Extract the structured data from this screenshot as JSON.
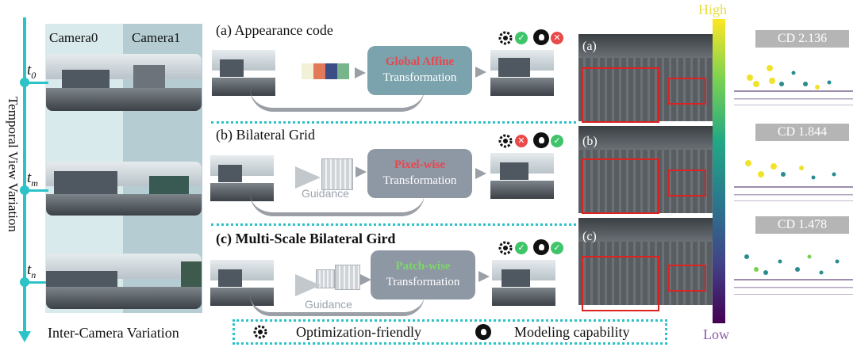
{
  "left": {
    "camera0_label": "Camera0",
    "camera1_label": "Camera1",
    "time_labels": [
      {
        "t": "t",
        "sub": "0"
      },
      {
        "t": "t",
        "sub": "m"
      },
      {
        "t": "t",
        "sub": "n"
      }
    ],
    "temporal_axis_label": "Temporal View Variation",
    "inter_camera_label": "Inter-Camera Variation"
  },
  "middle": {
    "row_a": {
      "title": "(a) Appearance code",
      "highlight": "Global Affine",
      "transform": "Transformation",
      "optimization": "ok",
      "modeling": "bad"
    },
    "row_b": {
      "title": "(b) Bilateral Grid",
      "highlight": "Pixel-wise",
      "transform": "Transformation",
      "guidance": "Guidance",
      "optimization": "bad",
      "modeling": "ok"
    },
    "row_c": {
      "title": "(c) Multi-Scale Bilateral Gird",
      "highlight": "Patch-wise",
      "transform": "Transformation",
      "guidance": "Guidance",
      "optimization": "ok",
      "modeling": "ok"
    },
    "colors": {
      "highlight_a": "#e8474f",
      "highlight_b": "#e8474f",
      "highlight_c": "#7dd66a",
      "box_a": "#7aa3ad",
      "box_bc": "#8e97a4",
      "accent": "#2bc3c7"
    }
  },
  "legend": {
    "optimization_icon": "gear-icon",
    "optimization_label": "Optimization-friendly",
    "modeling_icon": "modeling-blob-icon",
    "modeling_label": "Modeling capability"
  },
  "right": {
    "panel_labels": [
      "(a)",
      "(b)",
      "(c)"
    ],
    "cd_values": [
      "CD 2.136",
      "CD 1.844",
      "CD 1.478"
    ],
    "colorbar_high": "High",
    "colorbar_low": "Low",
    "colorbar_high_color": "#e6e04a",
    "colorbar_low_color": "#8a5aa8"
  }
}
